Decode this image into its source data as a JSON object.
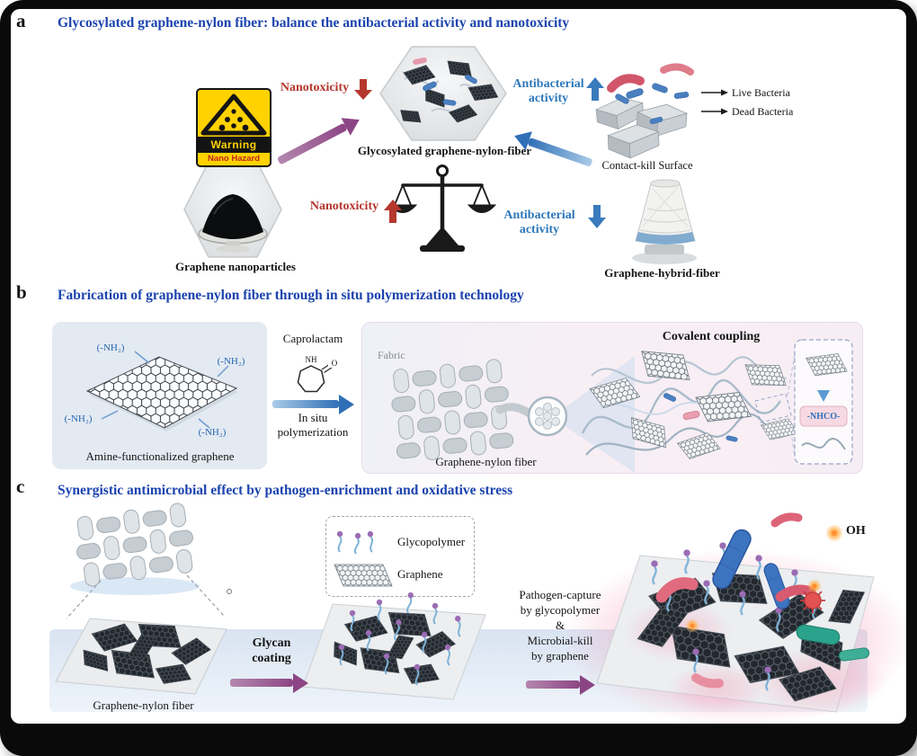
{
  "colors": {
    "title_blue": "#1b43ae",
    "annotation_red": "#b5372d",
    "annotation_blue": "#2e78bb",
    "arrow_purple": "#8c4584",
    "arrow_blue": "#2f6fb5"
  },
  "panel_a": {
    "label": "a",
    "title": "Glycosylated graphene-nylon fiber: balance the antibacterial activity and nanotoxicity",
    "warning_sign": {
      "title": "Warning",
      "subtitle": "Nano Hazard"
    },
    "nanotoxicity_decrease": "Nanotoxicity",
    "antibacterial_increase_line1": "Antibacterial",
    "antibacterial_increase_line2": "activity",
    "nanotoxicity_increase": "Nanotoxicity",
    "antibacterial_decrease_line1": "Antibacterial",
    "antibacterial_decrease_line2": "activity",
    "glyco_fiber_caption": "Glycosylated graphene-nylon-fiber",
    "nanoparticles_caption": "Graphene nanoparticles",
    "live_bacteria": "Live Bacteria",
    "dead_bacteria": "Dead Bacteria",
    "contact_kill": "Contact-kill Surface",
    "hybrid_fiber_caption": "Graphene-hybrid-fiber"
  },
  "panel_b": {
    "label": "b",
    "title": "Fabrication of graphene-nylon fiber through in situ polymerization technology",
    "amine_group": "(-NH₂)",
    "amine_caption": "Amine-functionalized graphene",
    "caprolactam": "Caprolactam",
    "ring_nh": "NH",
    "ring_o": "O",
    "in_situ_line1": "In situ",
    "in_situ_line2": "polymerization",
    "fabric": "Fabric",
    "covalent_coupling": "Covalent coupling",
    "amide_bond": "-NHCO-",
    "fiber_caption": "Graphene-nylon fiber"
  },
  "panel_c": {
    "label": "c",
    "title": "Synergistic antimicrobial effect by pathogen-enrichment and oxidative stress",
    "fiber_caption": "Graphene-nylon fiber",
    "glycan_line1": "Glycan",
    "glycan_line2": "coating",
    "legend": {
      "glycopolymer": "Glycopolymer",
      "graphene": "Graphene"
    },
    "mechanism_line1": "Pathogen-capture",
    "mechanism_line2": "by glycopolymer",
    "mechanism_line3": "&",
    "mechanism_line4": "Microbial-kill",
    "mechanism_line5": "by graphene",
    "hydroxyl_radical": "OH"
  }
}
